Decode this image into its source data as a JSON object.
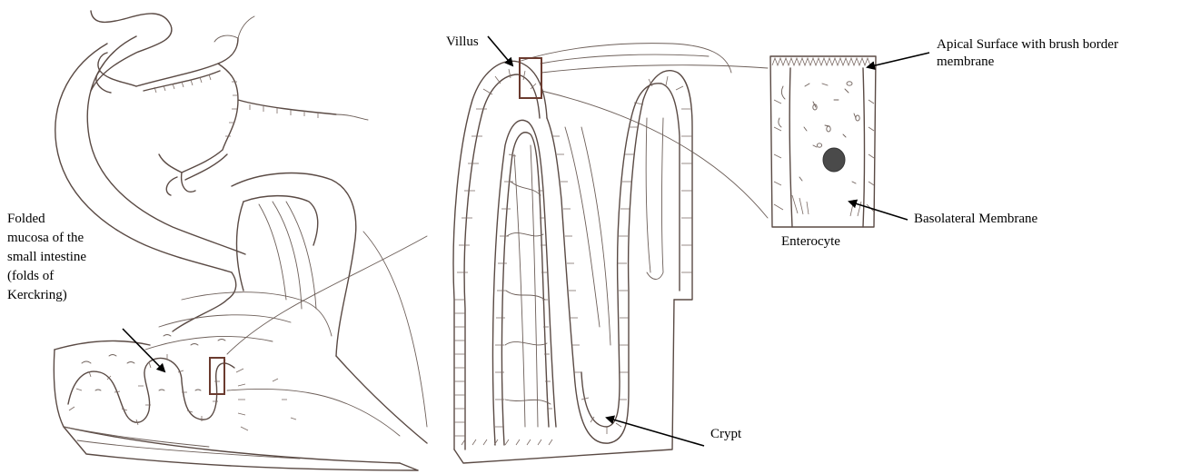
{
  "labels": {
    "folded_mucosa": "Folded\nmucosa of the\nsmall intestine\n(folds of\nKerckring)",
    "villus": "Villus",
    "crypt": "Crypt",
    "apical_surface": "Apical Surface with brush border\nmembrane",
    "basolateral_membrane": "Basolateral Membrane",
    "enterocyte": "Enterocyte"
  },
  "colors": {
    "sketch_line": "#5a4a44",
    "magnifier_box": "#6b3b2f",
    "arrow": "#000000",
    "text": "#000000"
  }
}
